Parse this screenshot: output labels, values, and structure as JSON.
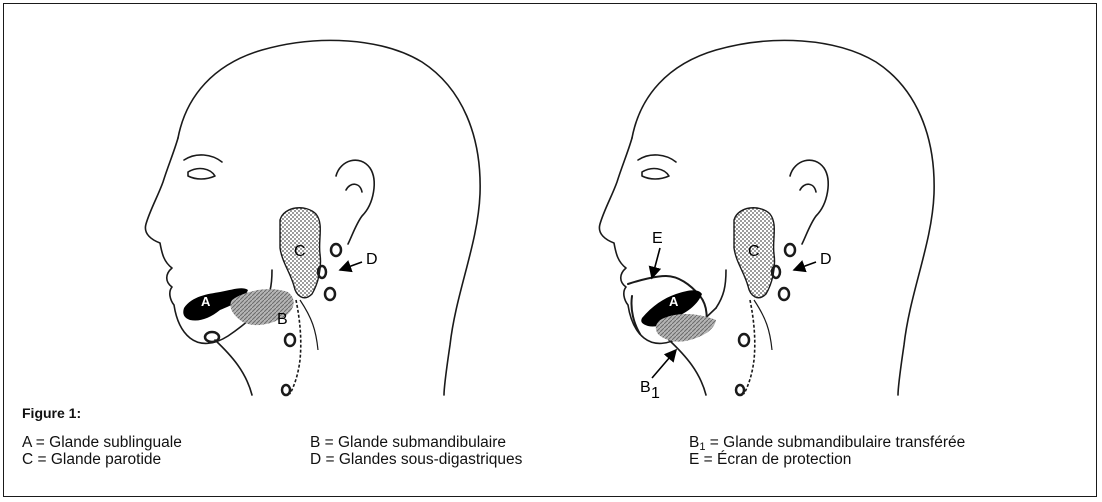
{
  "figure": {
    "title": "Figure 1:",
    "labels": {
      "A": "A",
      "B": "B",
      "C": "C",
      "D": "D",
      "E": "E",
      "B1": "B",
      "B1_sub": "1"
    },
    "legend": {
      "a": "A = Glande sublinguale",
      "b": "B = Glande submandibulaire",
      "b1_prefix": "B",
      "b1_sub": "1",
      "b1_text": " = Glande submandibulaire transférée",
      "c": "C = Glande parotide",
      "d": "D = Glandes sous-digastriques",
      "e": "E = Écran de protection"
    }
  },
  "colors": {
    "line": "#1a1a1a",
    "gland_dark": "#000000",
    "gland_stipple": "#9a9a9a",
    "gland_grey": "#8c8c8c"
  }
}
